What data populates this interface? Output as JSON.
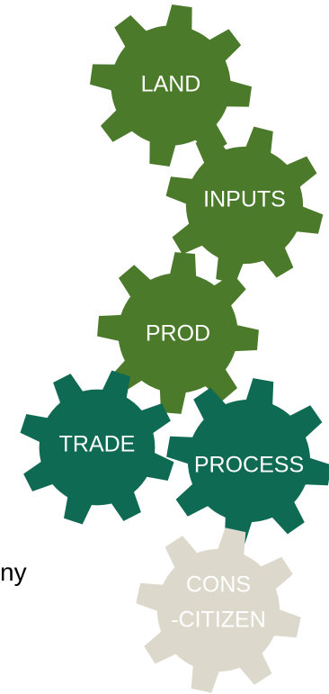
{
  "colors": {
    "gear_green": "#4a7a2a",
    "gear_teal": "#0f6a54",
    "gear_beige": "#ddd8cc",
    "label_white": "#ffffff"
  },
  "gears": [
    {
      "id": "land",
      "lines": [
        "LAND"
      ],
      "color": "gear_green"
    },
    {
      "id": "inputs",
      "lines": [
        "INPUTS"
      ],
      "color": "gear_green"
    },
    {
      "id": "prod",
      "lines": [
        "PROD"
      ],
      "color": "gear_green"
    },
    {
      "id": "trade",
      "lines": [
        "TRADE"
      ],
      "color": "gear_teal"
    },
    {
      "id": "process",
      "lines": [
        "PROCESS"
      ],
      "color": "gear_teal"
    },
    {
      "id": "cons",
      "lines": [
        "CONS",
        "-CITIZEN"
      ],
      "color": "gear_beige"
    }
  ],
  "side_text": "ny"
}
